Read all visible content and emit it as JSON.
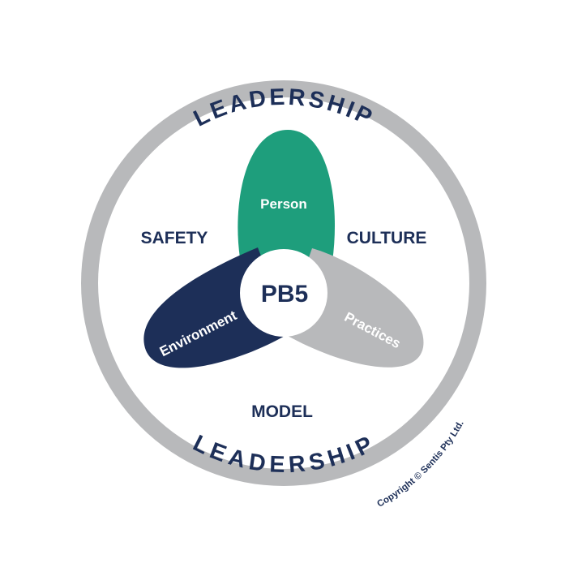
{
  "ring": {
    "top_label": "LEADERSHIP",
    "bottom_label": "LEADERSHIP"
  },
  "words": {
    "safety": "SAFETY",
    "culture": "CULTURE",
    "model": "MODEL"
  },
  "petals": {
    "person": "Person",
    "environment": "Environment",
    "practices": "Practices"
  },
  "center": {
    "label": "PB5"
  },
  "copyright": "Copyright © Sentis Pty Ltd.",
  "colors": {
    "ring": "#b8b9bb",
    "navy": "#1d2f58",
    "green": "#1e9e7c",
    "grey_petal": "#b8b9bb",
    "white": "#ffffff"
  }
}
